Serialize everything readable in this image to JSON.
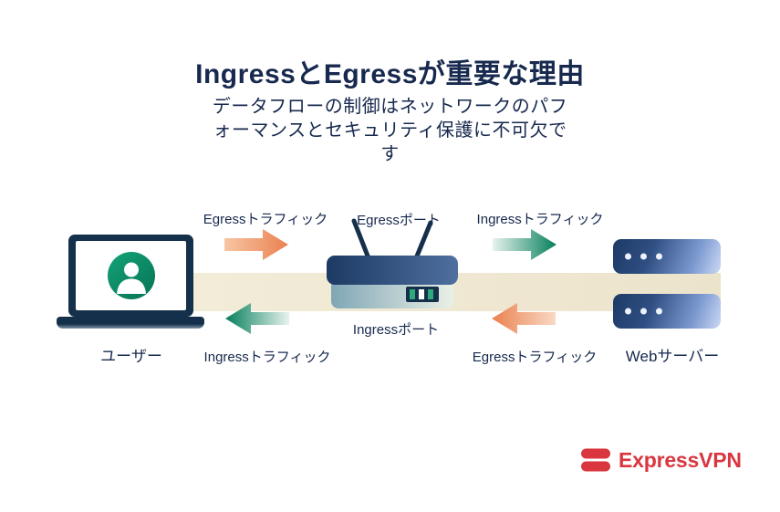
{
  "header": {
    "title": "IngressとEgressが重要な理由",
    "subtitle": "データフローの制御はネットワークのパフォーマンスとセキュリティ保護に不可欠です"
  },
  "diagram": {
    "top_labels": {
      "egress_traffic": "Egressトラフィック",
      "egress_port": "Egressポート",
      "ingress_traffic": "Ingressトラフィック"
    },
    "bottom_labels": {
      "ingress_traffic": "Ingressトラフィック",
      "ingress_port": "Ingressポート",
      "egress_traffic": "Egressトラフィック"
    },
    "nodes": {
      "user": "ユーザー",
      "web_server": "Webサーバー"
    }
  },
  "branding": {
    "name": "ExpressVPN"
  },
  "icons": {
    "user_avatar": "person-silhouette",
    "router": "wifi-router",
    "web_server": "server-stack",
    "brand_mark": "expressvpn-logomark"
  },
  "colors": {
    "text_navy": "#17294e",
    "egress_orange": "#ea8150",
    "ingress_green": "#057f5c",
    "band_beige": "#f0e9d4",
    "device_navy": "#15304a",
    "avatar_teal": "#0d8f6a",
    "brand_red": "#d9363f"
  }
}
